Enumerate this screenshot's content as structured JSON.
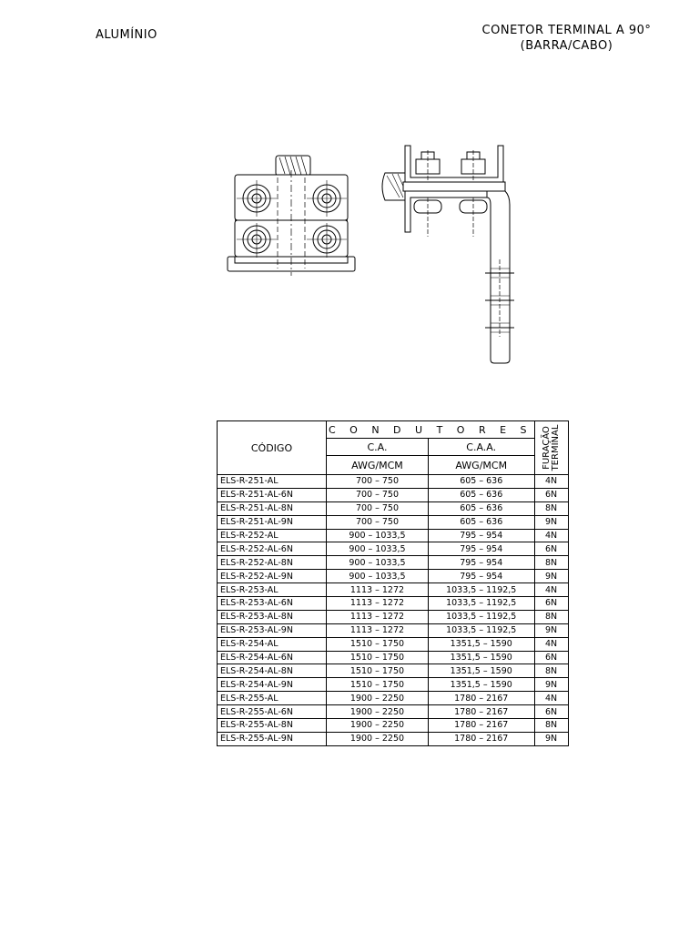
{
  "header": {
    "left": "ALUMÍNIO",
    "right_line1": "CONETOR TERMINAL A 90°",
    "right_line2": "(BARRA/CABO)"
  },
  "table": {
    "col_code": "CÓDIGO",
    "group_label": "C O N D U T O R E S",
    "col_ca": "C.A.",
    "col_caa": "C.A.A.",
    "unit_ca": "AWG/MCM",
    "unit_caa": "AWG/MCM",
    "col_fur_1": "FURAÇÃO",
    "col_fur_2": "TERMINAL",
    "rows": [
      {
        "code": "ELS-R-251-AL",
        "ca": "700 – 750",
        "caa": "605 – 636",
        "fur": "4N"
      },
      {
        "code": "ELS-R-251-AL-6N",
        "ca": "700 – 750",
        "caa": "605 – 636",
        "fur": "6N"
      },
      {
        "code": "ELS-R-251-AL-8N",
        "ca": "700 – 750",
        "caa": "605 – 636",
        "fur": "8N"
      },
      {
        "code": "ELS-R-251-AL-9N",
        "ca": "700 – 750",
        "caa": "605 – 636",
        "fur": "9N"
      },
      {
        "code": "ELS-R-252-AL",
        "ca": "900 – 1033,5",
        "caa": "795 – 954",
        "fur": "4N"
      },
      {
        "code": "ELS-R-252-AL-6N",
        "ca": "900 – 1033,5",
        "caa": "795 – 954",
        "fur": "6N"
      },
      {
        "code": "ELS-R-252-AL-8N",
        "ca": "900 – 1033,5",
        "caa": "795 – 954",
        "fur": "8N"
      },
      {
        "code": "ELS-R-252-AL-9N",
        "ca": "900 – 1033,5",
        "caa": "795 – 954",
        "fur": "9N"
      },
      {
        "code": "ELS-R-253-AL",
        "ca": "1113 – 1272",
        "caa": "1033,5 – 1192,5",
        "fur": "4N"
      },
      {
        "code": "ELS-R-253-AL-6N",
        "ca": "1113 – 1272",
        "caa": "1033,5 – 1192,5",
        "fur": "6N"
      },
      {
        "code": "ELS-R-253-AL-8N",
        "ca": "1113 – 1272",
        "caa": "1033,5 – 1192,5",
        "fur": "8N"
      },
      {
        "code": "ELS-R-253-AL-9N",
        "ca": "1113 – 1272",
        "caa": "1033,5 – 1192,5",
        "fur": "9N"
      },
      {
        "code": "ELS-R-254-AL",
        "ca": "1510 – 1750",
        "caa": "1351,5 – 1590",
        "fur": "4N"
      },
      {
        "code": "ELS-R-254-AL-6N",
        "ca": "1510 – 1750",
        "caa": "1351,5 – 1590",
        "fur": "6N"
      },
      {
        "code": "ELS-R-254-AL-8N",
        "ca": "1510 – 1750",
        "caa": "1351,5 – 1590",
        "fur": "8N"
      },
      {
        "code": "ELS-R-254-AL-9N",
        "ca": "1510 – 1750",
        "caa": "1351,5 – 1590",
        "fur": "9N"
      },
      {
        "code": "ELS-R-255-AL",
        "ca": "1900 – 2250",
        "caa": "1780 – 2167",
        "fur": "4N"
      },
      {
        "code": "ELS-R-255-AL-6N",
        "ca": "1900 – 2250",
        "caa": "1780 – 2167",
        "fur": "6N"
      },
      {
        "code": "ELS-R-255-AL-8N",
        "ca": "1900 – 2250",
        "caa": "1780 – 2167",
        "fur": "8N"
      },
      {
        "code": "ELS-R-255-AL-9N",
        "ca": "1900 – 2250",
        "caa": "1780 – 2167",
        "fur": "9N"
      }
    ]
  }
}
